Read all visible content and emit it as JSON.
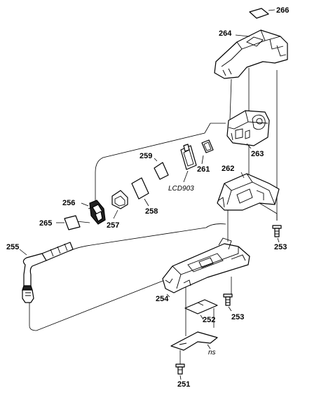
{
  "labels": {
    "p266": "266",
    "p264": "264",
    "p263": "263",
    "p261": "261",
    "p259": "259",
    "p262": "262",
    "plcd": "LCD903",
    "p256": "256",
    "p258": "258",
    "p265": "265",
    "p257": "257",
    "p253a": "253",
    "p255": "255",
    "p254": "254",
    "p252": "252",
    "p253b": "253",
    "pns": "ns",
    "p251": "251"
  }
}
